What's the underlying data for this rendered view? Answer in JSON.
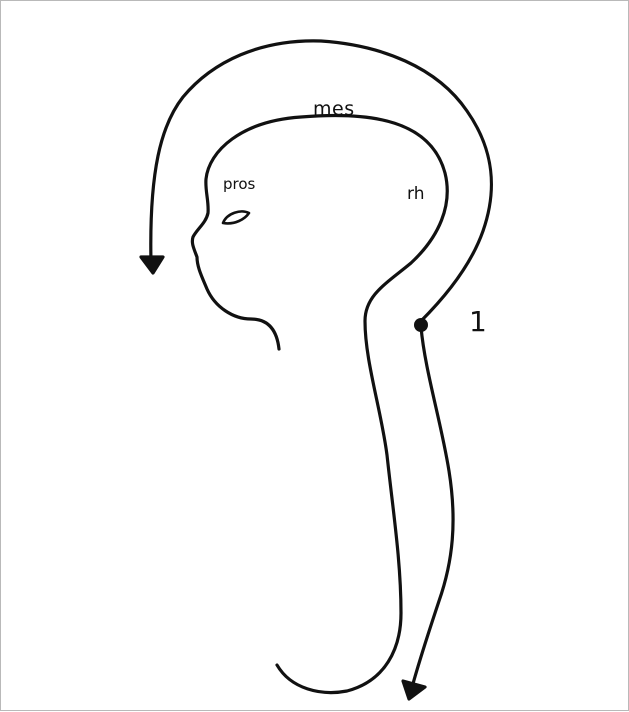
{
  "diagram": {
    "labels": {
      "mes": "mes",
      "pros": "pros",
      "rh": "rh",
      "marker": "1"
    },
    "colors": {
      "ink": "#111111",
      "background": "#ffffff",
      "border": "#b9b9b9"
    }
  }
}
